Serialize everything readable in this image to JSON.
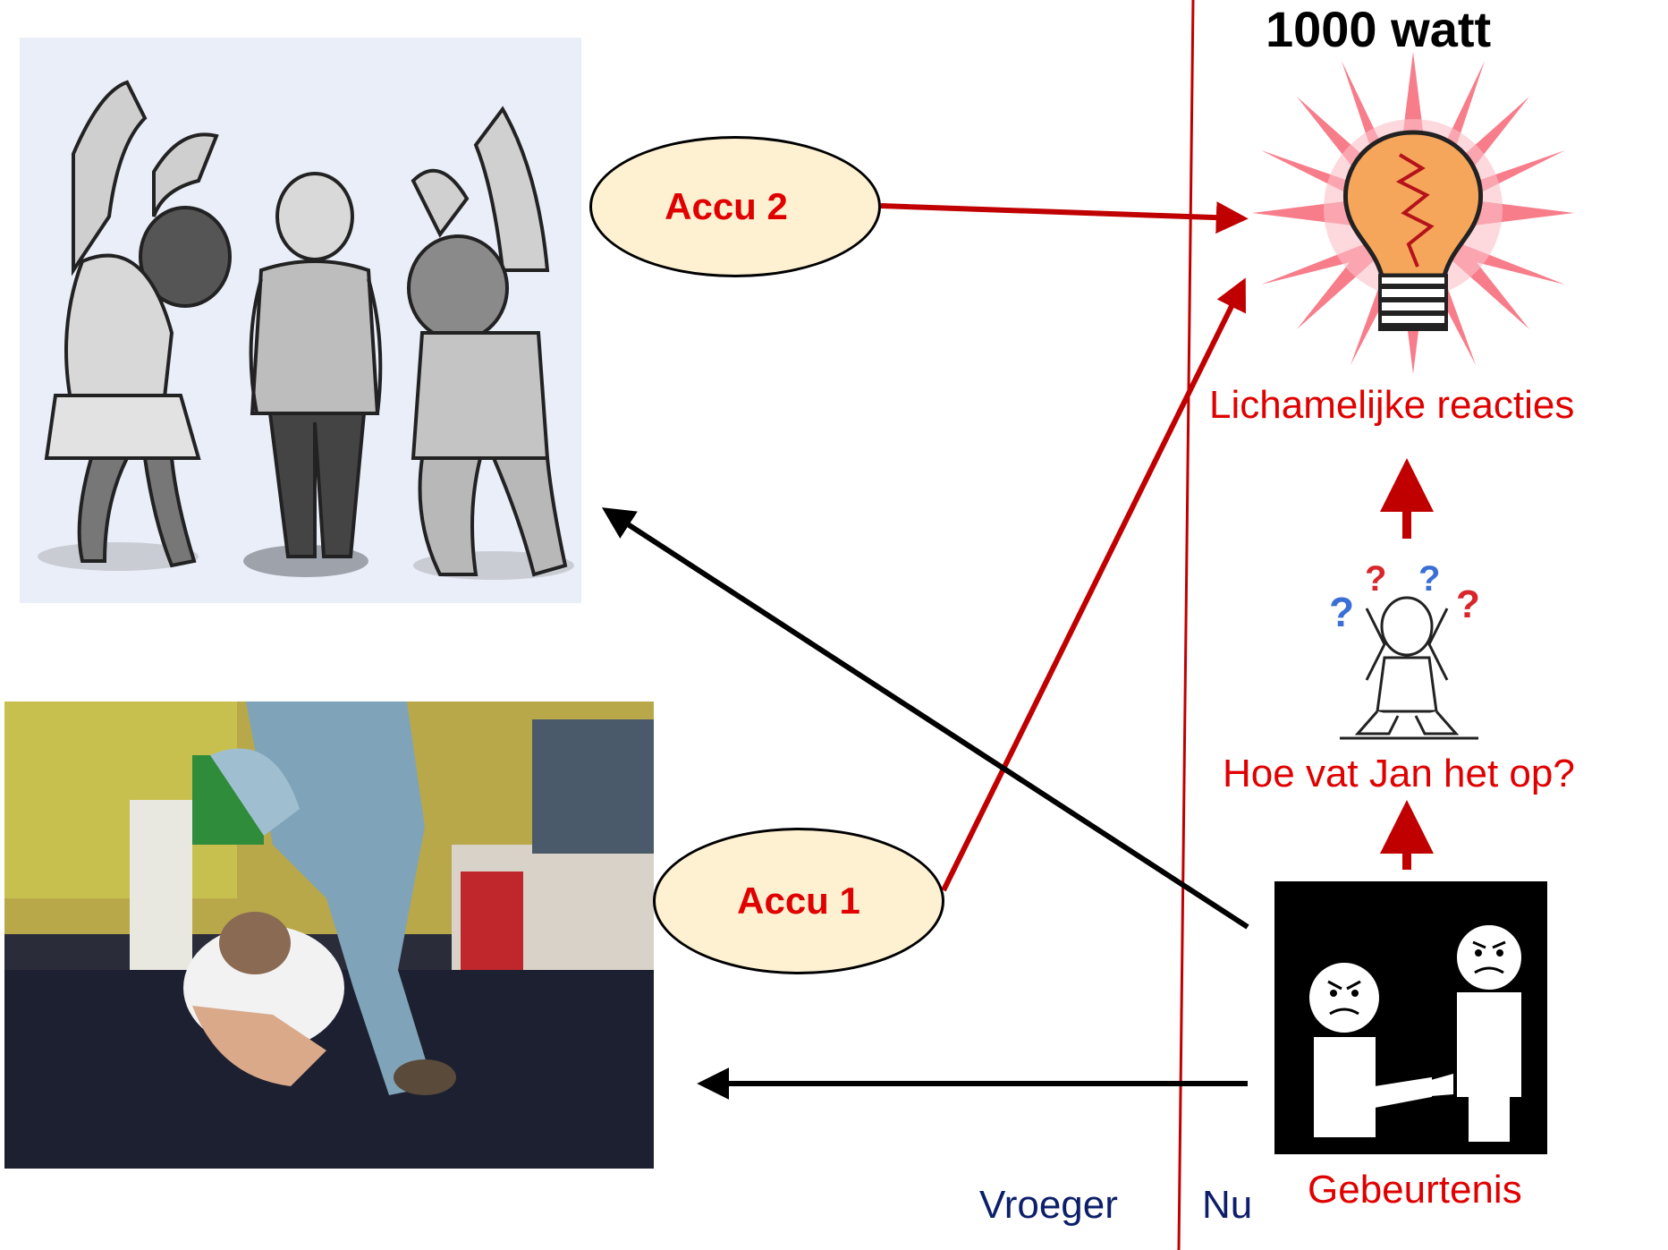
{
  "header": {
    "title": "1000 watt"
  },
  "labels": {
    "lichamelijke": "Lichamelijke reacties",
    "hoe_vat": "Hoe vat Jan het op?",
    "gebeurtenis": "Gebeurtenis",
    "vroeger": "Vroeger",
    "nu": "Nu"
  },
  "accus": {
    "accu2": "Accu 2",
    "accu1": "Accu 1"
  },
  "images": {
    "kids_cartoon": "cartoon-children-teasing",
    "violence_photo": "photo-adult-hitting-child",
    "confused_man": "confused-man-question-marks",
    "pictogram": "pictogram-pointing-angry",
    "lightbulb": "lightbulb-burst-icon"
  },
  "colors": {
    "arrow_red": "#c00000",
    "arrow_black": "#000000",
    "label_red": "#e00000",
    "label_navy": "#0d1f6a",
    "accu_fill": "#fdf1d2",
    "divider": "#c00000"
  }
}
